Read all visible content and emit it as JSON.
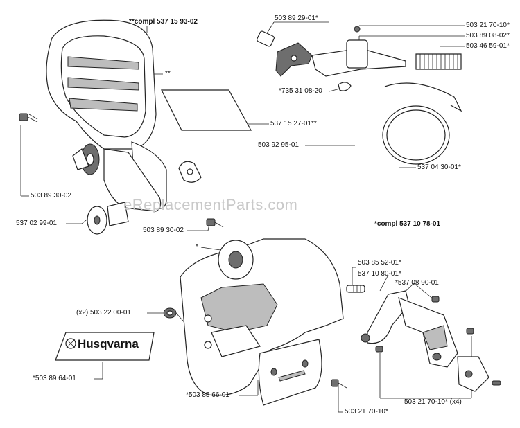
{
  "watermark": "eReplacementParts.com",
  "brand_text": "Husqvarna",
  "labels": {
    "compl_top": "**compl 537 15 93-02",
    "double_star": "**",
    "p503892901": "503 89 29-01*",
    "p503217010_top": "503 21 70-10*",
    "p503890802": "503 89 08-02*",
    "p503465901": "503 46 59-01*",
    "p735310820": "*735 31 08-20",
    "p537152701": "537 15 27-01**",
    "p503929501": "503 92 95-01",
    "p537043001": "537 04 30-01*",
    "p503893002_left": "503 89 30-02",
    "p537029901": "537 02 99-01",
    "p503893002_mid": "503 89 30-02",
    "compl_bottom": "*compl 537 10 78-01",
    "star": "*",
    "p503855201": "503 85 52-01*",
    "p537108001": "537 10 80-01*",
    "p537089001": "*537 08 90-01",
    "p503220001": "(x2) 503 22 00-01",
    "p503896401": "*503 89 64-01",
    "p503856601": "*503 85 66-01",
    "p503217010_x4": "503 21 70-10* (x4)",
    "p503217010_bottom": "503 21 70-10*"
  }
}
